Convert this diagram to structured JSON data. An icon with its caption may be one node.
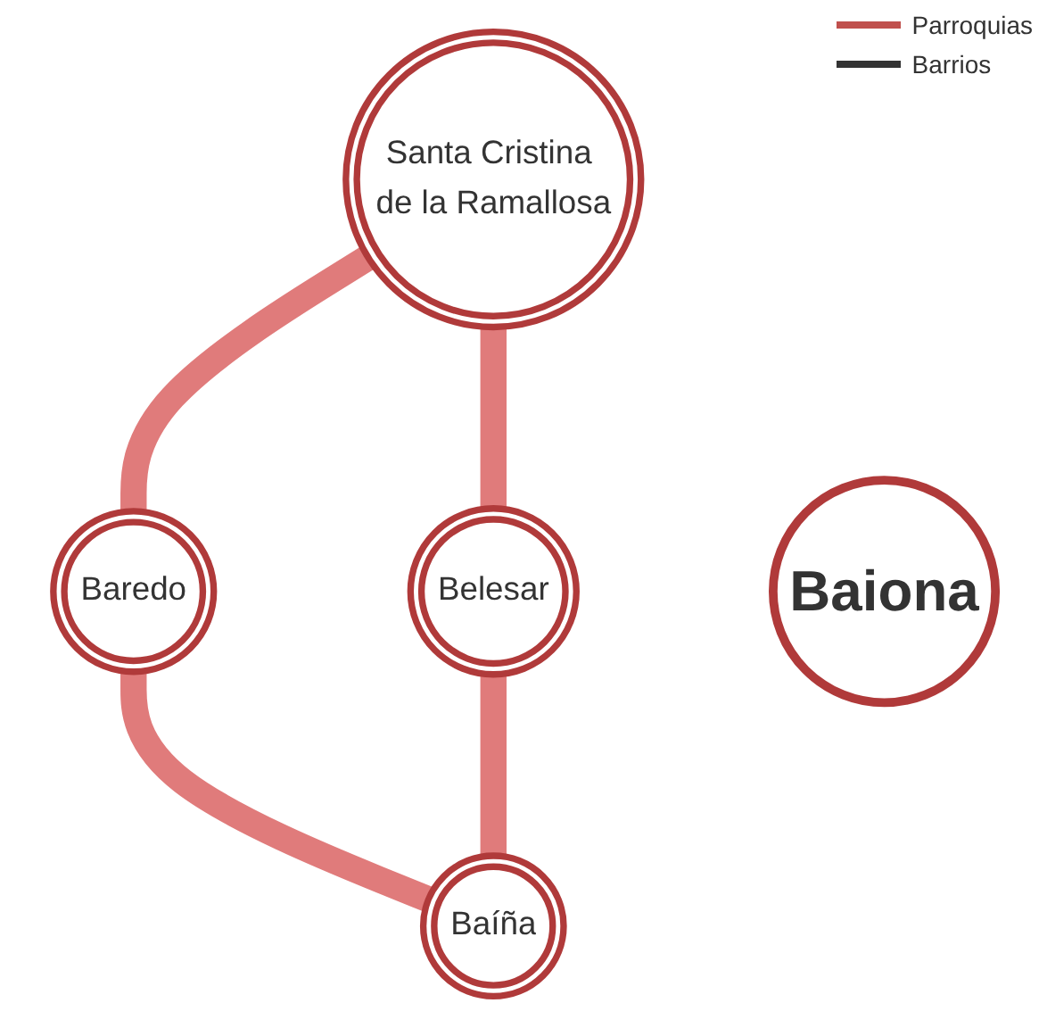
{
  "diagram": {
    "nodes": [
      {
        "text": [
          "Santa Cristina de la Ramallosa"
        ]
      },
      {
        "text": [
          "Baredo"
        ]
      },
      {
        "text": [
          "Baiona"
        ]
      },
      {
        "text": [
          "Belesar"
        ]
      },
      {
        "text": [
          "Baíña"
        ]
      }
    ],
    "edges": [
      {
        "from": 0,
        "to": 1,
        "arrow": "none"
      },
      {
        "from": 0,
        "to": 3,
        "arrow": "none"
      },
      {
        "from": 1,
        "to": 4,
        "arrow": "none"
      },
      {
        "from": 3,
        "to": 4,
        "arrow": "none"
      }
    ],
    "legend": [
      {
        "text": "Parroquias"
      },
      {
        "text": "Barrios"
      }
    ]
  }
}
